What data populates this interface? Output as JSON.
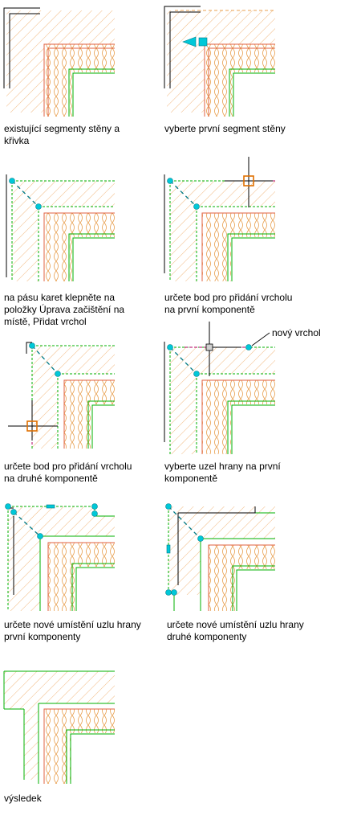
{
  "steps": [
    {
      "lines": [
        "existující segmenty stěny a",
        "křivka"
      ]
    },
    {
      "lines": [
        "vyberte první segment stěny"
      ]
    },
    {
      "lines": [
        "na pásu karet klepněte na",
        "položky Úprava začištění na",
        "místě, Přidat vrchol"
      ]
    },
    {
      "lines": [
        "určete bod pro přidání vrcholu",
        "na první komponentě"
      ]
    },
    {
      "lines": [
        "určete bod pro přidání vrcholu",
        "na druhé komponentě"
      ]
    },
    {
      "lines": [
        "vyberte uzel hrany na první",
        "komponentě"
      ]
    },
    {
      "lines": [
        "určete nové umístění uzlu hrany",
        "první komponenty"
      ]
    },
    {
      "lines": [
        "určete nové umístění uzlu hrany",
        "druhé komponenty"
      ]
    },
    {
      "lines": [
        "výsledek"
      ]
    }
  ],
  "callout": "nový vrchol",
  "colors": {
    "hatch": "#f0b070",
    "insulation": "#e8a050",
    "liner": "#e06040",
    "wall_edge": "#00b000",
    "selection": "#00c000",
    "grip": "#00c8d8",
    "cursor": "#e07000",
    "outline": "#000000"
  }
}
